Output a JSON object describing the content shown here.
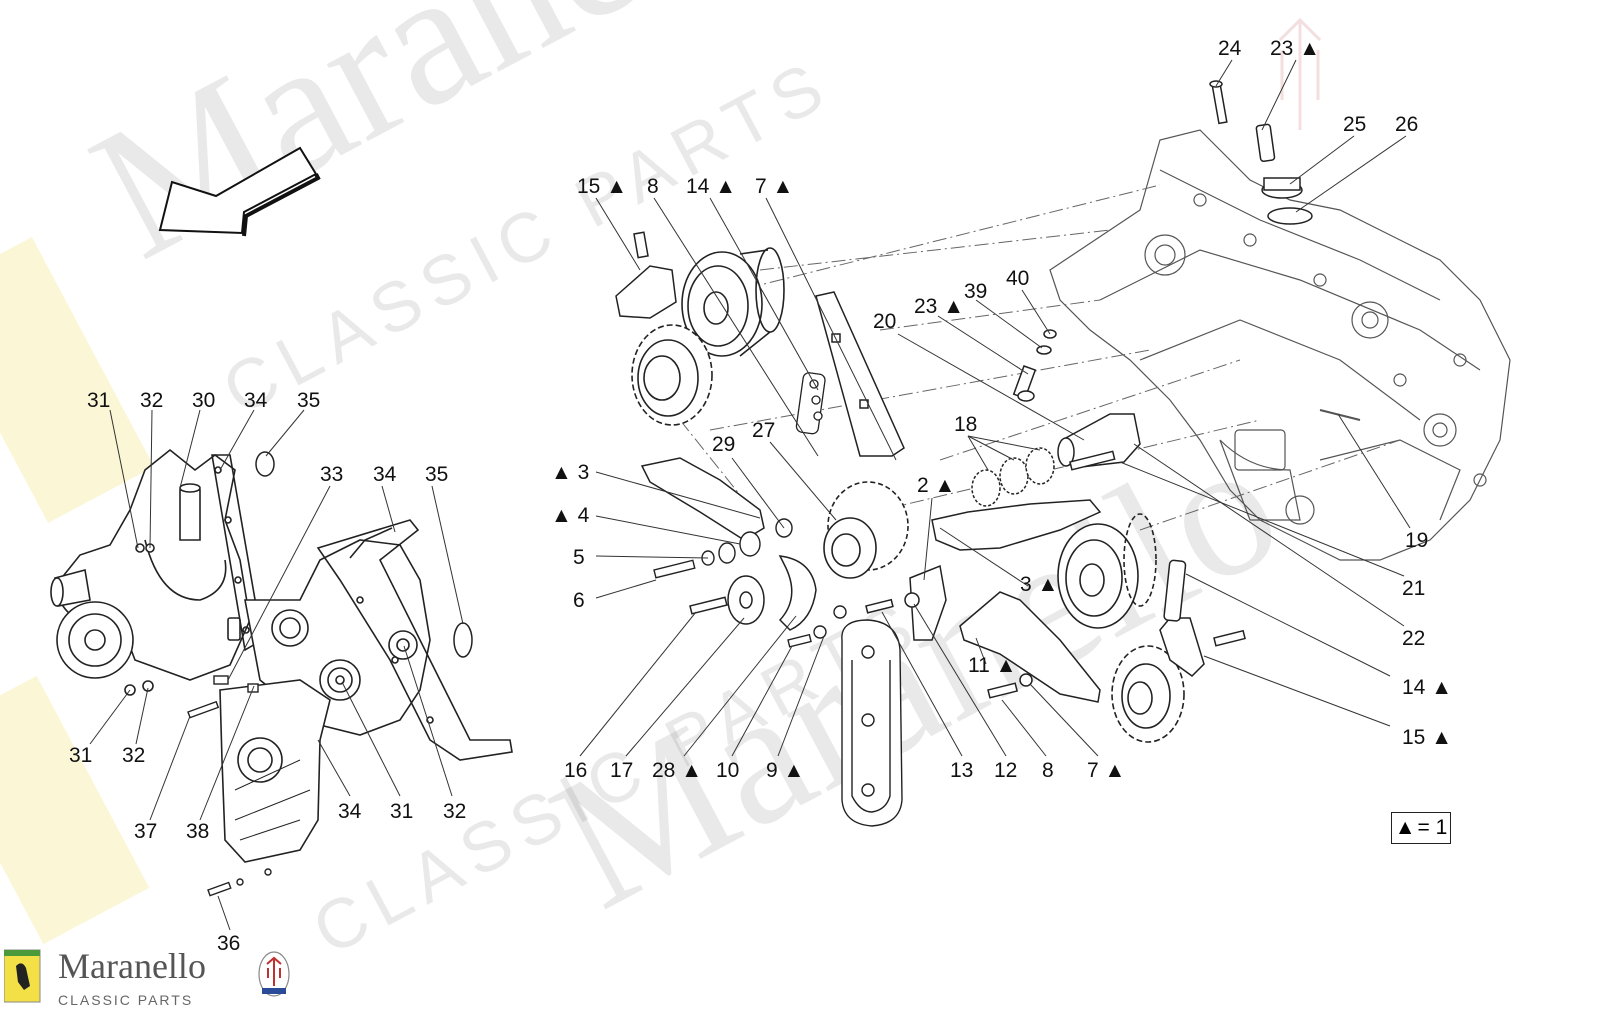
{
  "brand": {
    "name": "Maranello",
    "subtitle": "CLASSIC PARTS",
    "watermark_main": "Maranello",
    "watermark_sub": "CLASSIC PARTS"
  },
  "legend": {
    "symbol": "▲",
    "text": "= 1"
  },
  "colors": {
    "line": "#2a2a2a",
    "leader": "#444444",
    "watermark": "#c8c8c8",
    "accent_yellow": "#f3e88a"
  },
  "callouts": [
    "31",
    "32",
    "30",
    "34",
    "35",
    "33",
    "34",
    "35",
    "31",
    "32",
    "37",
    "38",
    "34",
    "31",
    "32",
    "36",
    "15 ▲",
    "8",
    "14 ▲",
    "7 ▲",
    "29",
    "27",
    "▲ 3",
    "▲ 4",
    "5",
    "6",
    "16",
    "17",
    "28 ▲",
    "10",
    "9 ▲",
    "13",
    "12",
    "8",
    "7 ▲",
    "2 ▲",
    "3 ▲",
    "11 ▲",
    "20",
    "23 ▲",
    "39",
    "40",
    "18",
    "24",
    "23 ▲",
    "25",
    "26",
    "19",
    "21",
    "22",
    "14 ▲",
    "15 ▲"
  ]
}
